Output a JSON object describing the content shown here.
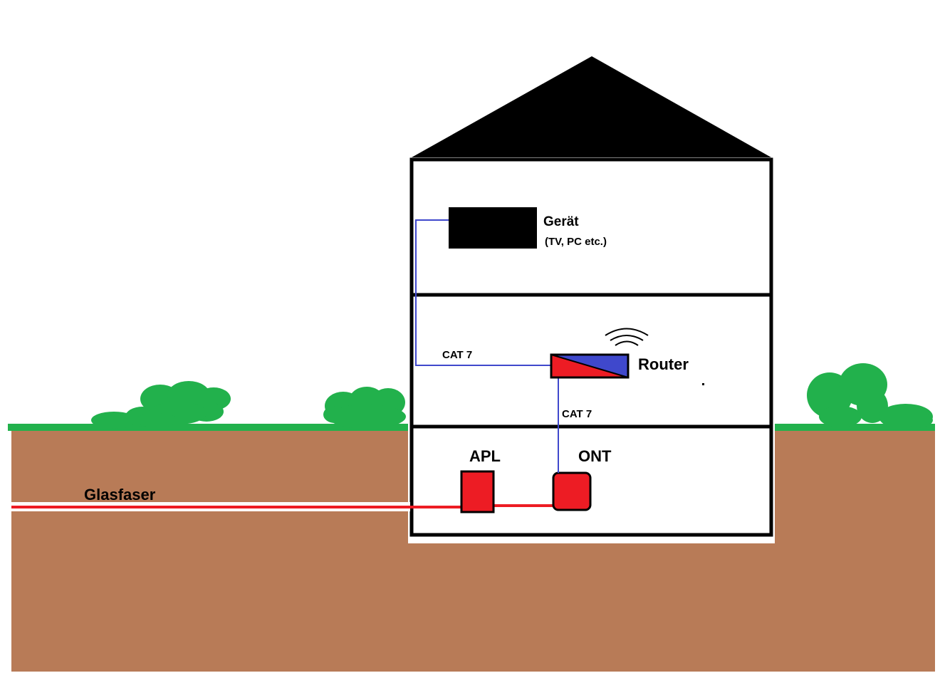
{
  "labels": {
    "device": "Gerät",
    "device_sub": "(TV, PC etc.)",
    "router": "Router",
    "cable_upper": "CAT 7",
    "cable_lower": "CAT 7",
    "apl": "APL",
    "ont": "ONT",
    "fiber": "Glasfaser"
  },
  "colors": {
    "soil": "#b87b57",
    "grass": "#22b14c",
    "house_outline": "#000000",
    "roof": "#000000",
    "fiber_red": "#ed1c24",
    "cat7_blue": "#3f48cc",
    "router_blue": "#3f48cc",
    "router_red": "#ed1c24",
    "device": "#000000"
  },
  "icons": {
    "wifi": "wifi-icon"
  }
}
